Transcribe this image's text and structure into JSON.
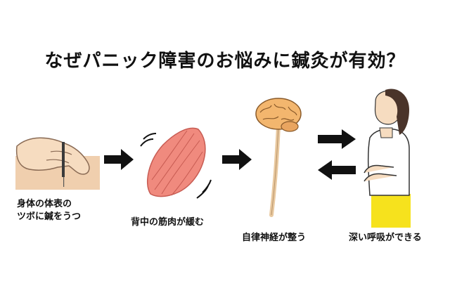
{
  "title": "なぜパニック障害のお悩みに鍼灸が有効？",
  "steps": [
    {
      "line1": "身体の体表の",
      "line2": "ツボに鍼をうつ"
    },
    {
      "label": "背中の筋肉が緩む"
    },
    {
      "label": "自律神経が整う"
    },
    {
      "label": "深い呼吸ができる"
    }
  ],
  "colors": {
    "skin": "#f0cfae",
    "muscle": "#f08a7e",
    "brain": "#f3b66e",
    "shirt_bottom": "#f6e21d",
    "hair": "#4a342a",
    "arrow": "#111111"
  },
  "icons": [
    "hand-needle-icon",
    "muscle-icon",
    "brain-spine-icon",
    "breathing-woman-icon",
    "arrow-right-icon",
    "swap-arrows-icon"
  ]
}
